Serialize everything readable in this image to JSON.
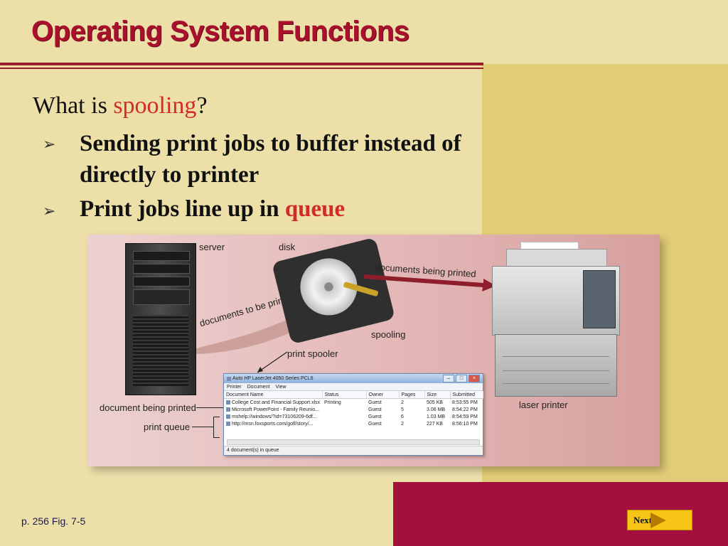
{
  "slide": {
    "title": "Operating System Functions",
    "question_prefix": "What is ",
    "question_term": "spooling",
    "question_suffix": "?",
    "bullets": [
      {
        "text": "Sending print jobs to buffer instead of directly to printer"
      },
      {
        "text_prefix": "Print jobs line up in ",
        "term": "queue"
      }
    ],
    "bullet_marker": "➢",
    "colors": {
      "title": "#a8102c",
      "highlight": "#d32a2a",
      "accent_band": "#a3103e",
      "panel": "#e2cd77",
      "background": "#ecdfa8"
    }
  },
  "figure": {
    "labels": {
      "server": "server",
      "disk": "disk",
      "documents_being_printed": "documents being printed",
      "documents_to_be_printed": "documents to be printed",
      "spooling": "spooling",
      "print_spooler": "print spooler",
      "document_being_printed": "document being printed",
      "print_queue": "print queue",
      "laser_printer": "laser printer"
    },
    "window": {
      "title": "Auto HP LaserJet 4050 Series PCL6",
      "menu": [
        "Printer",
        "Document",
        "View"
      ],
      "columns": [
        "Document Name",
        "Status",
        "Owner",
        "Pages",
        "Size",
        "Submitted"
      ],
      "rows": [
        [
          "College Cost and Financial Support.xlsx",
          "Printing",
          "Guest",
          "2",
          "505 KB",
          "8:53:55 PM"
        ],
        [
          "Microsoft PowerPoint - Family Reunio...",
          "",
          "Guest",
          "5",
          "3.06 MB",
          "8:54:22 PM"
        ],
        [
          "mshelp://windows/?id=73106209-6df...",
          "",
          "Guest",
          "6",
          "1.03 MB",
          "8:54:59 PM"
        ],
        [
          "http://msn.foxsports.com/golf/story/...",
          "",
          "Guest",
          "2",
          "227 KB",
          "8:56:10 PM"
        ]
      ],
      "status": "4 document(s) in queue"
    }
  },
  "footer": {
    "reference": "p. 256 Fig. 7-5",
    "next_label": "Next"
  }
}
